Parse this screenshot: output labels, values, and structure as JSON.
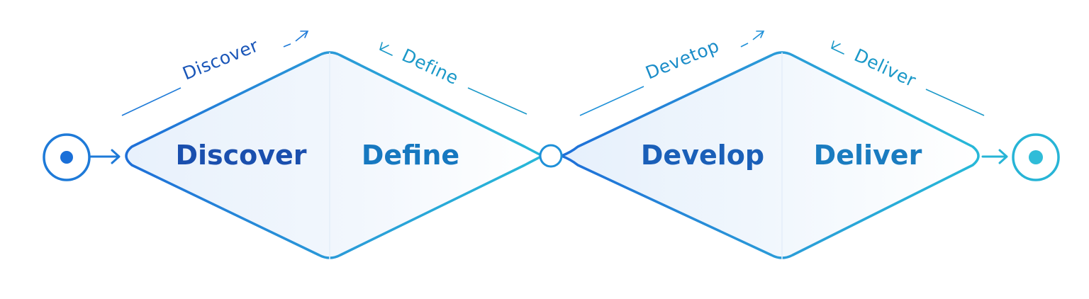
{
  "diagram": {
    "phases": [
      {
        "label": "Discover"
      },
      {
        "label": "Define"
      },
      {
        "label": "Develop"
      },
      {
        "label": "Deliver"
      }
    ],
    "edge_labels": [
      {
        "label": "Discover"
      },
      {
        "label": "Define"
      },
      {
        "label": "Devetop"
      },
      {
        "label": "Deliver"
      }
    ]
  },
  "colors": {
    "dark_blue": "#1a56b8",
    "blue": "#1e7ad8",
    "teal": "#1a98c8",
    "cyan": "#27b4d6",
    "fill": "#eef5fd"
  }
}
